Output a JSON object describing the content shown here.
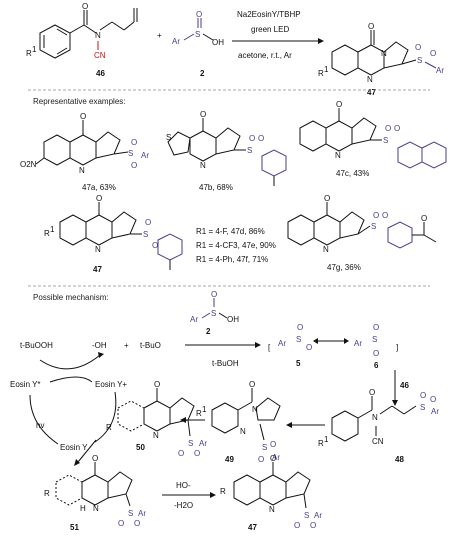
{
  "reaction": {
    "reagent_line1": "Na2EosinY/TBHP",
    "reagent_line2": "green LED",
    "conditions": "acetone, r.t., Ar",
    "plus": "+",
    "compound_46": "46",
    "compound_2": "2",
    "compound_47": "47",
    "cn_label": "CN",
    "r1": "R1",
    "ar_so2h_ar": "Ar",
    "ar_so2h_oh": "OH",
    "so2ar": "Ar"
  },
  "examples": {
    "heading": "Representative examples:",
    "items": [
      {
        "id": "47a",
        "yield": "47a, 63%",
        "sub": "O2N"
      },
      {
        "id": "47b",
        "yield": "47b, 68%"
      },
      {
        "id": "47c",
        "yield": "47c, 43%"
      },
      {
        "id": "47",
        "yield": "47"
      },
      {
        "id": "47g",
        "yield": "47g, 36%"
      }
    ],
    "substituents": [
      "R1 = 4-F, 47d, 86%",
      "R1 = 4-CF3, 47e, 90%",
      "R1 = 4-Ph, 47f, 71%"
    ]
  },
  "mechanism": {
    "heading": "Possible mechanism:",
    "tbuooh": "t-BuOOH",
    "oh": "-OH",
    "tbuo": "t-BuO",
    "tbuoh": "t-BuOH",
    "eosin_star": "Eosin Y*",
    "eosin_radical_cation": "Eosin Y+",
    "eosin": "Eosin Y",
    "hv": "hv",
    "labels": [
      "2",
      "5",
      "6",
      "46",
      "48",
      "49",
      "50",
      "51",
      "47"
    ],
    "ho": "HO-",
    "h2o": "-H2O"
  }
}
